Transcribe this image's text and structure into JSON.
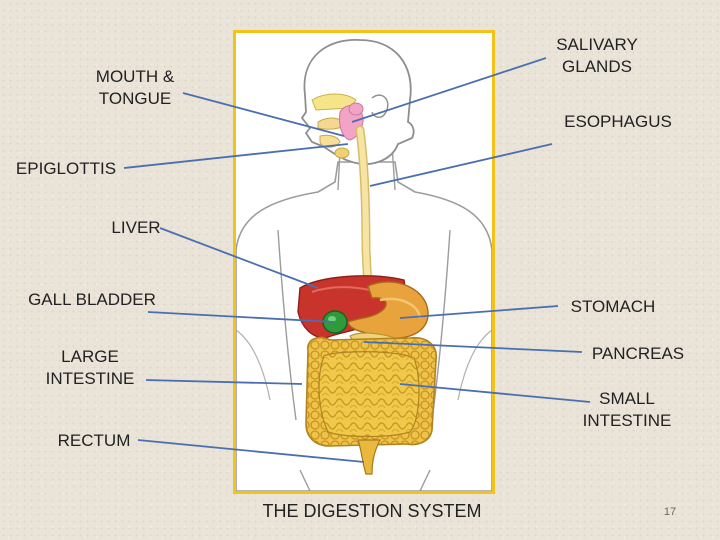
{
  "labels": {
    "mouth_tongue": "MOUTH & TONGUE",
    "salivary_glands": "SALIVARY GLANDS",
    "esophagus": "ESOPHAGUS",
    "epiglottis": "EPIGLOTTIS",
    "liver": "LIVER",
    "gall_bladder": "GALL BLADDER",
    "stomach": "STOMACH",
    "large_intestine": "LARGE INTESTINE",
    "pancreas": "PANCREAS",
    "small_intestine": "SMALL INTESTINE",
    "rectum": "RECTUM"
  },
  "caption": "THE DIGESTION SYSTEM",
  "page_number": "17",
  "colors": {
    "frame": "#f2c318",
    "leader_line": "#4a6fb0",
    "liver": "#c8342b",
    "stomach": "#e8a33c",
    "intestine": "#f0c84a",
    "gall_bladder": "#2e9a3a",
    "salivary": "#f3a3c6",
    "esophagus": "#f0d68a"
  }
}
